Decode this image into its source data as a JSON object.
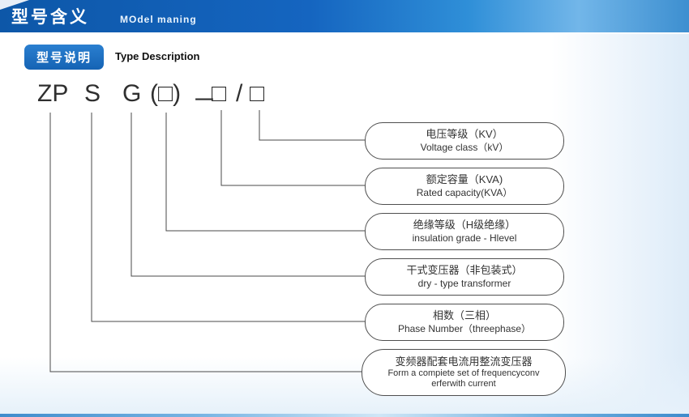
{
  "header": {
    "title": "型号含义",
    "subtitle": "MOdel maning"
  },
  "section": {
    "badge": "型号说明",
    "label": "Type Description"
  },
  "formula": {
    "zp": "ZP",
    "s": "S",
    "g": "G",
    "box1": "(□)",
    "dash": "－",
    "box2": "□",
    "slash": "/",
    "box3": "□"
  },
  "boxes": [
    {
      "cn": "电压等级（KV）",
      "en": "Voltage class（kV）"
    },
    {
      "cn": "额定容量（KVA)",
      "en": "Rated capacity(KVA）"
    },
    {
      "cn": "绝缘等级（H级绝缘）",
      "en": "insulation grade - Hlevel"
    },
    {
      "cn": "干式变压器（非包装式）",
      "en": "dry - type transformer"
    },
    {
      "cn": "相数（三相）",
      "en": "Phase Number（threephase）"
    },
    {
      "cn": "变频器配套电流用整流变压器",
      "en": "Form a compiete set of frequencyconv",
      "en2": "erferwith current"
    }
  ]
}
